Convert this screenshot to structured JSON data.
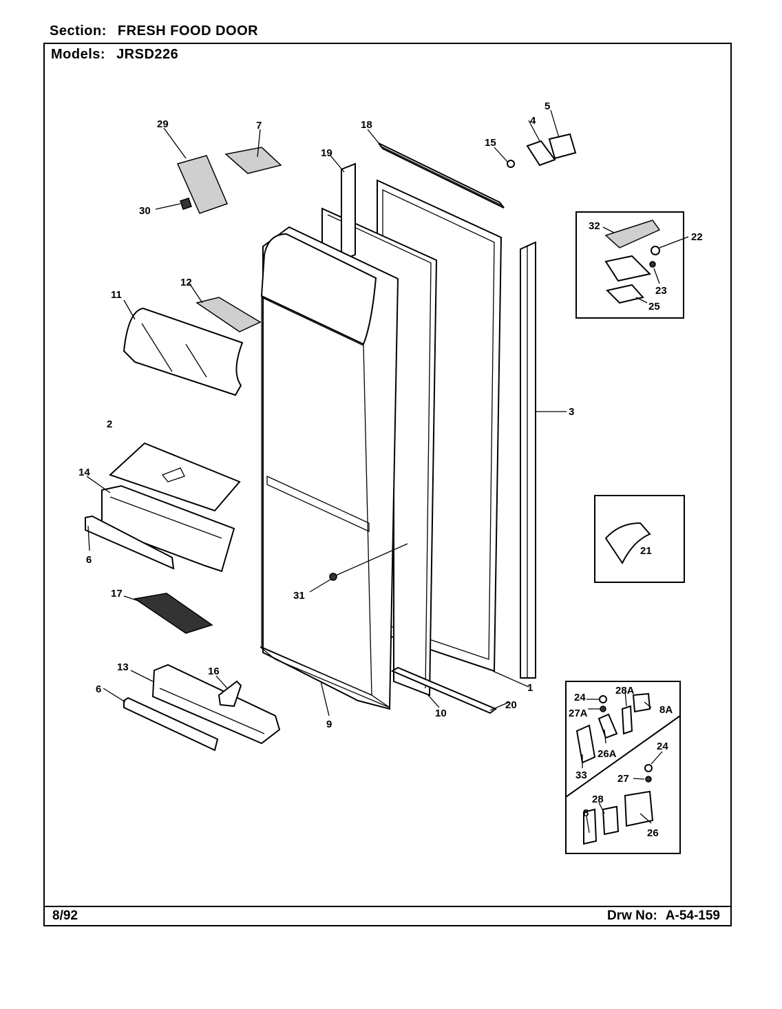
{
  "header": {
    "section_key": "Section:",
    "section_value": "FRESH FOOD DOOR",
    "models_key": "Models:",
    "models_value": "JRSD226"
  },
  "footer": {
    "date": "8/92",
    "drawing_key": "Drw No:",
    "drawing_value": "A-54-159"
  },
  "callouts": {
    "p1": "1",
    "p2": "2",
    "p3": "3",
    "p4": "4",
    "p5": "5",
    "p6a": "6",
    "p6b": "6",
    "p7": "7",
    "p8": "8",
    "p8A": "8A",
    "p9": "9",
    "p10": "10",
    "p11": "11",
    "p12": "12",
    "p13": "13",
    "p14": "14",
    "p15": "15",
    "p16": "16",
    "p17": "17",
    "p18": "18",
    "p19": "19",
    "p20": "20",
    "p21": "21",
    "p22": "22",
    "p23": "23",
    "p24a": "24",
    "p24b": "24",
    "p25": "25",
    "p26": "26",
    "p26A": "26A",
    "p27": "27",
    "p27A": "27A",
    "p28": "28",
    "p28A": "28A",
    "p29": "29",
    "p30": "30",
    "p31": "31",
    "p32": "32",
    "p33": "33"
  }
}
